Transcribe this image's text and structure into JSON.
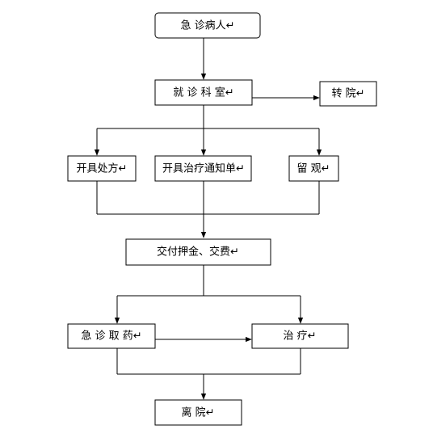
{
  "nodes": [
    {
      "id": "emergency-patient",
      "label": "急  诊病人↵"
    },
    {
      "id": "department-visit",
      "label": "就 诊 科 室↵"
    },
    {
      "id": "transfer-hospital",
      "label": "转 院↵"
    },
    {
      "id": "prescription",
      "label": "开具处方↵"
    },
    {
      "id": "treatment-notice",
      "label": "开具治疗通知单↵"
    },
    {
      "id": "observation",
      "label": "留 观↵"
    },
    {
      "id": "payment",
      "label": "交付押金、交费↵"
    },
    {
      "id": "emergency-medicine",
      "label": "急 诊 取 药↵"
    },
    {
      "id": "treatment",
      "label": "治    疗↵"
    },
    {
      "id": "discharge",
      "label": "离      院↵"
    }
  ],
  "edges": [
    {
      "from": "emergency-patient",
      "to": "department-visit"
    },
    {
      "from": "department-visit",
      "to": "transfer-hospital"
    },
    {
      "from": "department-visit",
      "to": "prescription"
    },
    {
      "from": "department-visit",
      "to": "treatment-notice"
    },
    {
      "from": "department-visit",
      "to": "observation"
    },
    {
      "from": "prescription",
      "to": "payment"
    },
    {
      "from": "treatment-notice",
      "to": "payment"
    },
    {
      "from": "observation",
      "to": "payment"
    },
    {
      "from": "payment",
      "to": "emergency-medicine"
    },
    {
      "from": "payment",
      "to": "treatment"
    },
    {
      "from": "emergency-medicine",
      "to": "treatment"
    },
    {
      "from": "emergency-medicine",
      "to": "discharge"
    },
    {
      "from": "treatment",
      "to": "discharge"
    }
  ]
}
